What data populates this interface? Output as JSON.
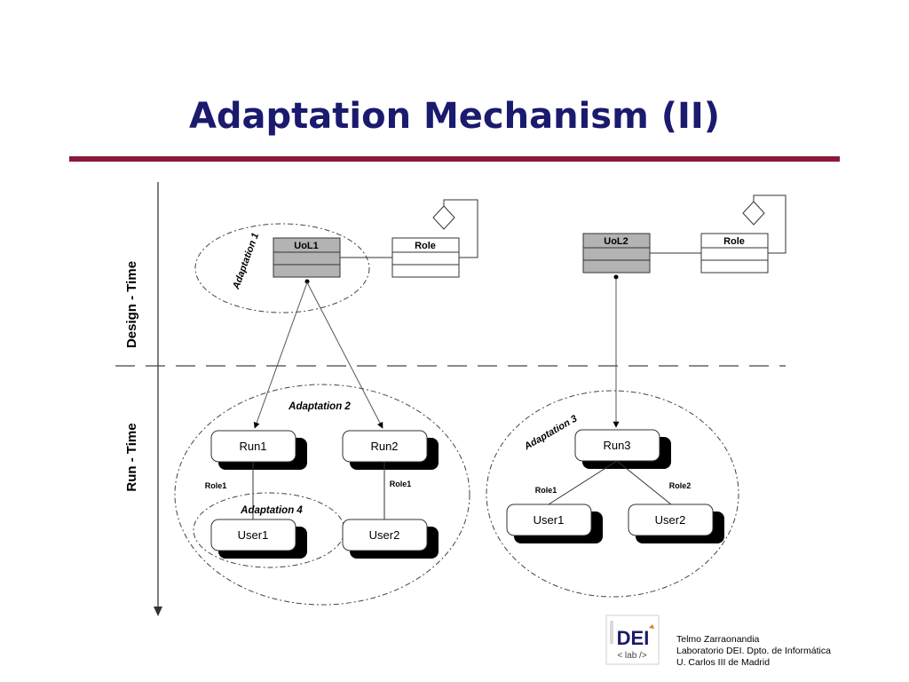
{
  "slide": {
    "title": "Adaptation Mechanism (II)"
  },
  "axis": {
    "design_label": "Design - Time",
    "run_label": "Run - Time"
  },
  "design": {
    "left": {
      "uol": "UoL1",
      "role": "Role",
      "adaptation": "Adaptation 1"
    },
    "right": {
      "uol": "UoL2",
      "role": "Role"
    }
  },
  "runtime": {
    "left": {
      "adaptation": "Adaptation 2",
      "run1": "Run1",
      "run2": "Run2",
      "user1": "User1",
      "user2": "User2",
      "role_run1": "Role1",
      "role_run2": "Role1",
      "inner_adaptation": "Adaptation 4"
    },
    "right": {
      "adaptation": "Adaptation 3",
      "run3": "Run3",
      "user1": "User1",
      "user2": "User2",
      "role_user1": "Role1",
      "role_user2": "Role2"
    }
  },
  "logo": {
    "text": "DEI",
    "sub": "< lab />"
  },
  "footer": {
    "author": "Telmo Zarraonandia",
    "lab": "Laboratorio DEI. Dpto. de Informática",
    "university": "U. Carlos III de Madrid"
  },
  "colors": {
    "title": "#1a1a6e",
    "rule": "#8b1a3a",
    "uol_fill": "#b3b3b3",
    "logo_text": "#1a1a6e"
  }
}
